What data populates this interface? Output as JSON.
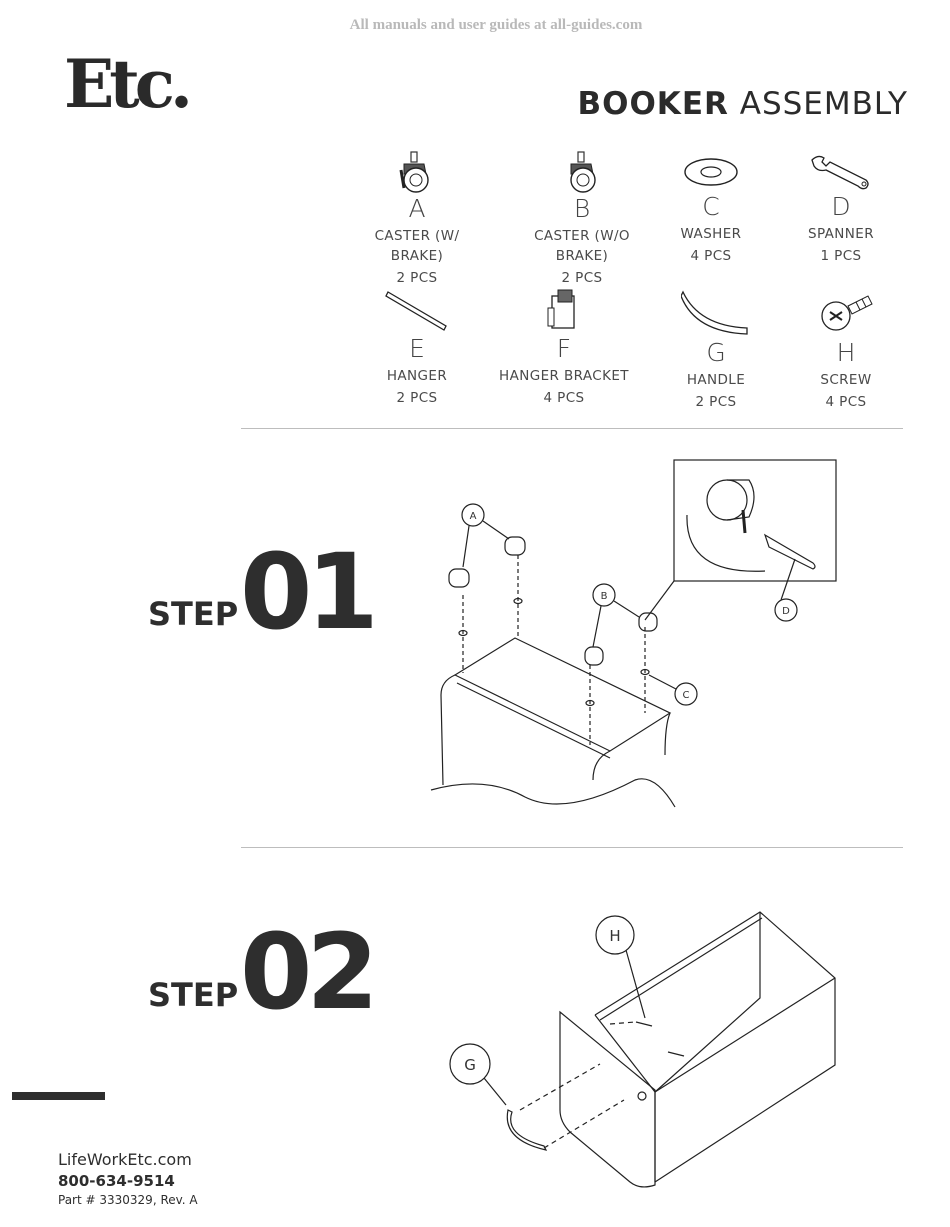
{
  "watermark": "All manuals and user guides at all-guides.com",
  "logo": {
    "text": "Etc."
  },
  "title": {
    "bold": "BOOKER",
    "light": "ASSEMBLY"
  },
  "parts": [
    {
      "letter": "A",
      "name": "CASTER (W/ BRAKE)",
      "qty": "2 PCS",
      "icon": "caster-brake-icon"
    },
    {
      "letter": "B",
      "name": "CASTER (W/O BRAKE)",
      "qty": "2 PCS",
      "icon": "caster-icon"
    },
    {
      "letter": "C",
      "name": "WASHER",
      "qty": "4 PCS",
      "icon": "washer-icon"
    },
    {
      "letter": "D",
      "name": "SPANNER",
      "qty": "1 PCS",
      "icon": "spanner-icon"
    },
    {
      "letter": "E",
      "name": "HANGER",
      "qty": "2 PCS",
      "icon": "hanger-icon"
    },
    {
      "letter": "F",
      "name": "HANGER BRACKET",
      "qty": "4 PCS",
      "icon": "hanger-bracket-icon"
    },
    {
      "letter": "G",
      "name": "HANDLE",
      "qty": "2 PCS",
      "icon": "handle-icon"
    },
    {
      "letter": "H",
      "name": "SCREW",
      "qty": "4 PCS",
      "icon": "screw-icon"
    }
  ],
  "steps": [
    {
      "label": "STEP",
      "number": "01",
      "callouts": [
        "A",
        "B",
        "C",
        "D"
      ]
    },
    {
      "label": "STEP",
      "number": "02",
      "callouts": [
        "H",
        "G"
      ]
    }
  ],
  "footer": {
    "website": "LifeWorkEtc.com",
    "phone": "800-634-9514",
    "part_number": "Part # 3330329, Rev. A"
  }
}
